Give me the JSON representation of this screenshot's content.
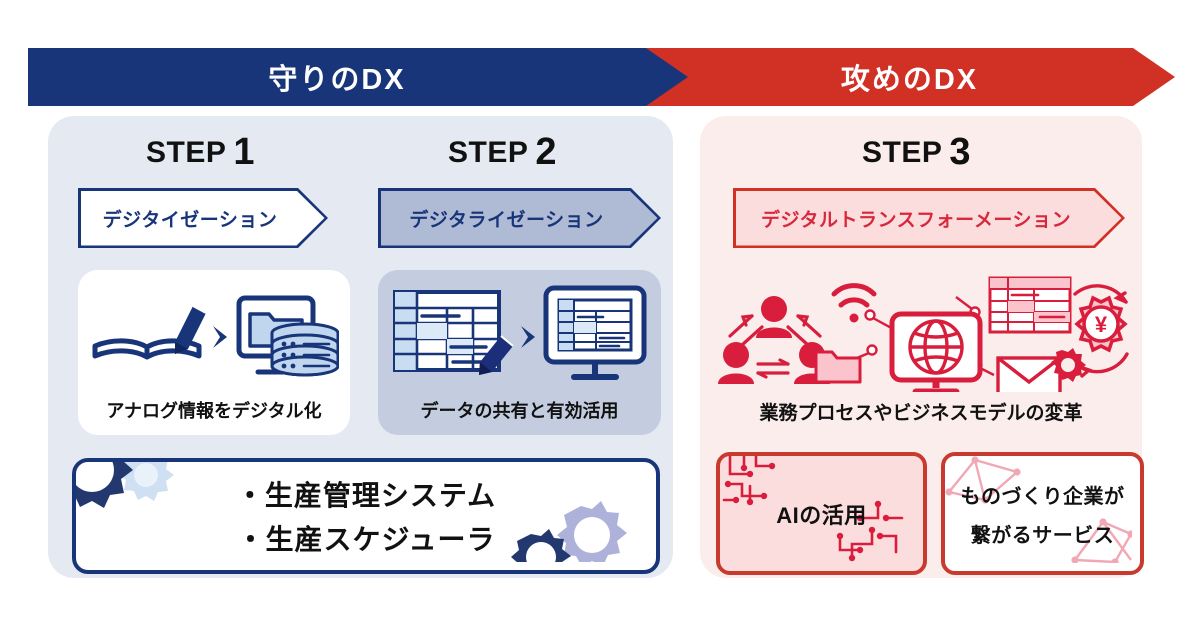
{
  "banners": {
    "defense": {
      "label": "守りのDX",
      "color": "#19357A"
    },
    "offense": {
      "label": "攻めのDX",
      "color": "#D13025"
    }
  },
  "steps": [
    {
      "id": "step1",
      "heading_label": "STEP",
      "heading_number": "1",
      "tag": "デジタイゼーション",
      "caption": "アナログ情報をデジタル化",
      "icons": [
        "book-icon",
        "pen-icon",
        "arrow-right-icon",
        "monitor-icon",
        "folder-icon",
        "database-icon"
      ]
    },
    {
      "id": "step2",
      "heading_label": "STEP",
      "heading_number": "2",
      "tag": "デジタライゼーション",
      "caption": "データの共有と有効活用",
      "icons": [
        "spreadsheet-icon",
        "pen-icon",
        "arrow-right-icon",
        "monitor-icon",
        "table-icon"
      ]
    },
    {
      "id": "step3",
      "heading_label": "STEP",
      "heading_number": "3",
      "tag": "デジタルトランスフォーメーション",
      "caption": "業務プロセスやビジネスモデルの変革",
      "icons": [
        "people-network-icon",
        "wifi-icon",
        "folder-icon",
        "monitor-globe-icon",
        "table-icon",
        "envelope-icon",
        "gear-yen-icon"
      ]
    }
  ],
  "left_bottom_box": {
    "lines": [
      "・生産管理システム",
      "・生産スケジューラ"
    ],
    "border_color": "#19357A",
    "decoration": "gears"
  },
  "right_bottom_boxes": [
    {
      "id": "ai",
      "lines": [
        "AIの活用"
      ],
      "border_color": "#C8392E",
      "fill_color": "#FBDDDE",
      "decoration": "circuit-lines"
    },
    {
      "id": "monozukuri",
      "lines": [
        "ものづくり企業が",
        "繋がるサービス"
      ],
      "border_color": "#C8392E",
      "fill_color": "#FFFFFF",
      "decoration": "network-lines"
    }
  ],
  "palette": {
    "navy": "#19357A",
    "red": "#D13025",
    "panel_left_bg": "#E5E9F2",
    "panel_right_bg": "#FBEDEC",
    "card2_bg": "#C3CDDF",
    "tag2_fill": "#AFBBD4",
    "tag3_fill": "#FBDDDE"
  }
}
